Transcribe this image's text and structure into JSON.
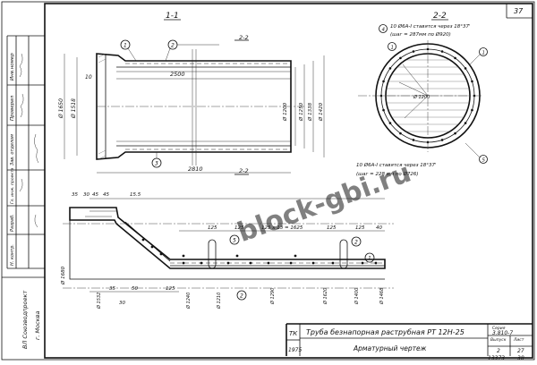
{
  "page": {
    "number": "37"
  },
  "views": {
    "section_1": "1-1",
    "section_2": "2-2"
  },
  "callouts": [
    "1",
    "2",
    "3",
    "4",
    "5"
  ],
  "section2": {
    "note_top_line1": "10 Ø6A-I ставятся через 18°37'",
    "note_top_line2": "(шаг = 287мм по Ø920)",
    "note_bottom_line1": "10 Ø6А-I ставятся через 18°37'",
    "note_bottom_line2": "(шаг = 228 мм по Ø726)"
  },
  "dimensions": {
    "d_left_1": "Ø 1650",
    "d_left_2": "Ø 1518",
    "d_2500": "2500",
    "d_1200": "Ø 1200",
    "d_1250": "Ø 1250",
    "d_1338": "Ø 1338",
    "d_1420": "Ø 1420",
    "d_2810": "2810",
    "d_10": "10",
    "top_35": "35",
    "top_30": "30",
    "top_45a": "45",
    "top_45b": "45",
    "top_15_5": "15.5",
    "top_125a": "125",
    "top_125b": "125",
    "top_125x13": "125 x 13 = 1625",
    "top_125c": "125",
    "top_125d": "125",
    "top_40": "40",
    "bot_35": "35",
    "bot_50": "50",
    "bot_125": "125",
    "bot_30": "30",
    "d_bot_1680": "Ø 1680",
    "d_bot_1532": "Ø 1532",
    "d_bot_1240": "Ø 1240",
    "d_bot_1210": "Ø 1210",
    "d_bot_1290": "Ø 1290",
    "d_bot_1620": "Ø 1620",
    "d_bot_1400": "Ø 1400",
    "d_bot_1468": "Ø 1468",
    "d_circ_1200": "Ø 1200"
  },
  "title_block": {
    "org": "ТК",
    "year": "1975",
    "title": "Труба безнапорная раструбная РТ 12Н-25",
    "subtitle": "Арматурный чертеж",
    "series_label": "Серия",
    "series_value": "3.810-7",
    "issue_label": "Выпуск",
    "issue_value": "2",
    "sheet_label": "Лист",
    "sheet_value": "27",
    "doc_number": "13373",
    "doc_suffix": "38"
  },
  "side_panel": {
    "col1": [
      "Инв.номер",
      "Проверил",
      "Зав. отделом",
      "Гл. инж. проекта",
      "Разраб.",
      "Н. контр."
    ],
    "org_vertical_1": "ВЛ Союзводпроект",
    "org_vertical_2": "г. Москва"
  },
  "watermark": "block-gbi.ru"
}
